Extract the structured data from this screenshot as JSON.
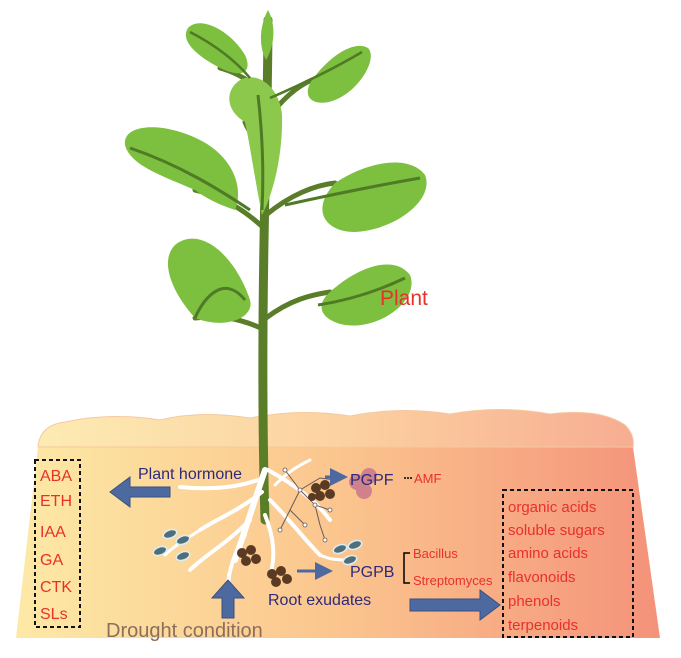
{
  "labels": {
    "plant": "Plant",
    "plant_hormone": "Plant hormone",
    "pgpf": "PGPF",
    "amf": "AMF",
    "pgpb": "PGPB",
    "bacillus": "Bacillus",
    "streptomyces": "Streptomyces",
    "root_exudates": "Root exudates",
    "drought_condition": "Drought condition"
  },
  "hormones": [
    "ABA",
    "ETH",
    "IAA",
    "GA",
    "CTK",
    "SLs"
  ],
  "exudates": [
    "organic acids",
    "soluble sugars",
    "amino acids",
    "flavonoids",
    "phenols",
    "terpenoids"
  ],
  "colors": {
    "label_red": "#e8312a",
    "label_navy": "#2e2a7a",
    "arrow_blue": "#4d6aa0",
    "leaf_green": "#7dbf3e",
    "stem_green": "#5a7d2a",
    "soil_light": "#fde7a0",
    "soil_dark": "#f5997a",
    "drought_text": "#8c6f5a"
  }
}
